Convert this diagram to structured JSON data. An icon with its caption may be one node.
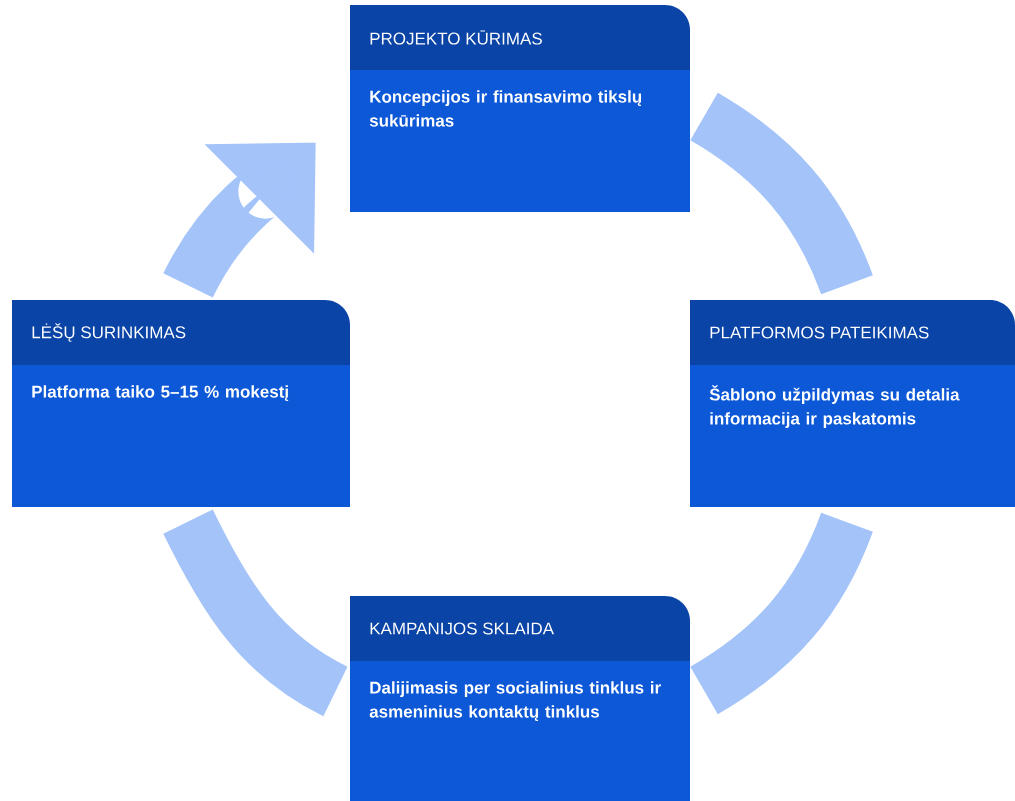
{
  "diagram": {
    "nodes": [
      {
        "text": [
          "PROJEKTO KŪRIMAS",
          "Koncepcijos ir finansavimo tikslų sukūrimas"
        ]
      },
      {
        "text": [
          "LĖŠŲ SURINKIMAS",
          "Platforma taiko 5–15 % mokestį"
        ]
      },
      {
        "text": [
          "PLATFORMOS PATEIKIMAS",
          "Šablono užpildymas su detalia informacija ir paskatomis"
        ]
      },
      {
        "text": [
          "KAMPANIJOS SKLAIDA",
          "Dalijimasis per socialinius tinklus ir asmeninius kontaktų tinklus"
        ]
      }
    ],
    "edges": [
      {
        "from": 0,
        "to": 2,
        "arrow": "none"
      },
      {
        "from": 2,
        "to": 3,
        "arrow": "none"
      },
      {
        "from": 3,
        "to": 1,
        "arrow": "none"
      },
      {
        "from": 1,
        "to": 0,
        "arrow": "to"
      }
    ]
  }
}
